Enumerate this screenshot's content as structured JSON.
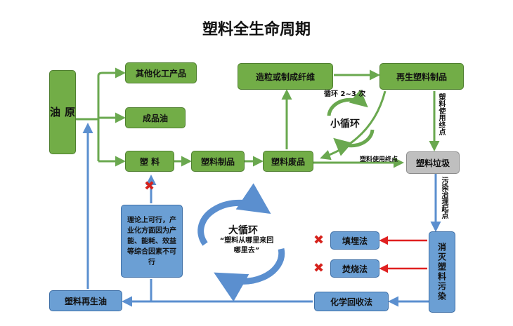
{
  "title": "塑料全生命周期",
  "nodes": {
    "crude_oil": "原\n油",
    "other_chemicals": "其他化工产品",
    "refined_oil": "成品油",
    "plastic": "塑 料",
    "plastic_products": "塑料制品",
    "plastic_waste": "塑料废品",
    "pelletize": "造粒或制成纤维",
    "recycled_products": "再生塑料制品",
    "plastic_garbage": "塑料垃圾",
    "eliminate": "消灭塑料污染",
    "landfill": "填埋法",
    "incinerate": "焚烧法",
    "chemical_recovery": "化学回收法",
    "recycled_oil": "塑料再生油",
    "theory_note": "理论上可行，产业化方面因为产能、能耗、效益等综合因素不可行"
  },
  "labels": {
    "small_cycle_top": "循环 2~3 次",
    "small_cycle": "小循环",
    "big_cycle": "大循环",
    "big_cycle_quote": "“塑料从哪里来回哪里去”",
    "end_of_use_vertical": "塑料使用终点",
    "end_of_use_horizontal": "塑料使用终点",
    "treatment_start": "污染治理起点"
  },
  "colors": {
    "green": "#72ad47",
    "blue": "#6b9fd4",
    "gray": "#bfbfbf",
    "red": "#d6221c"
  },
  "icons": {
    "cross": "✖"
  }
}
